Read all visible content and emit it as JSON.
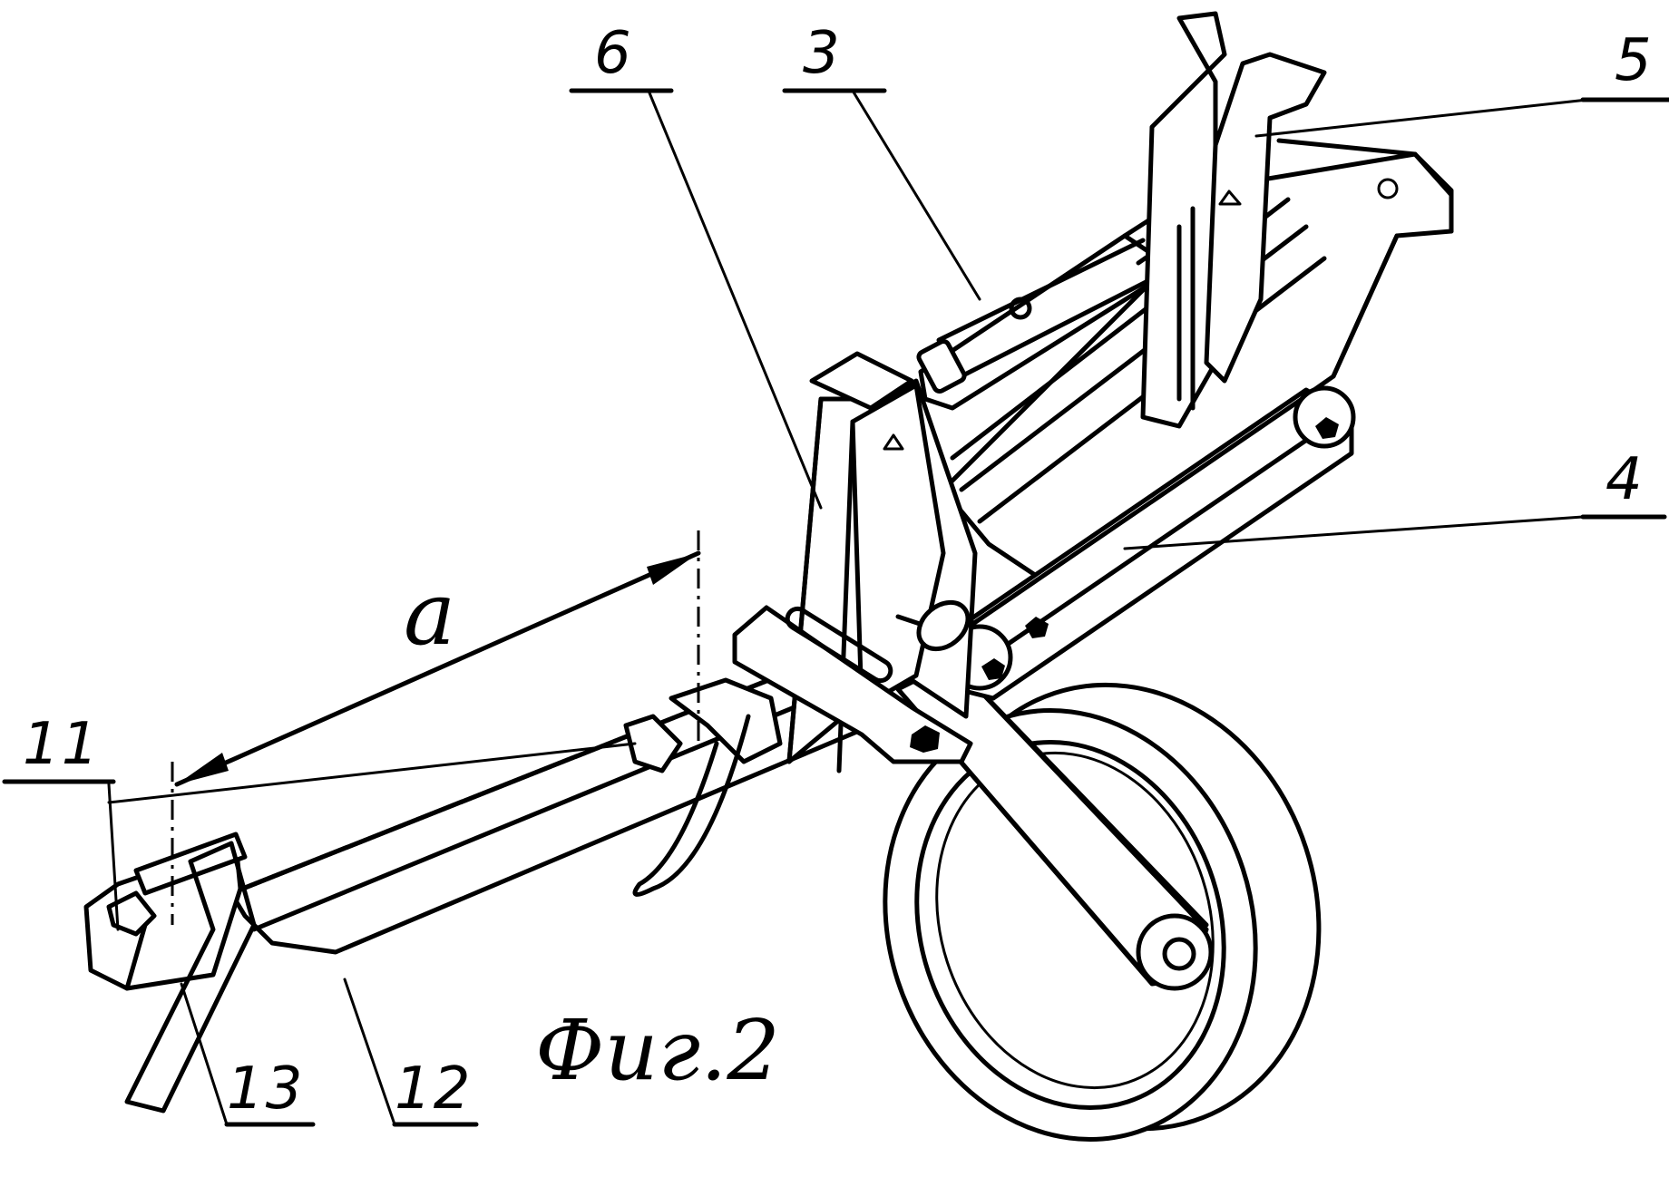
{
  "figure": {
    "caption": "Фиг.2",
    "dimension_label": "a"
  },
  "callouts": [
    {
      "id": "6",
      "label": "6"
    },
    {
      "id": "3",
      "label": "3"
    },
    {
      "id": "5",
      "label": "5"
    },
    {
      "id": "4",
      "label": "4"
    },
    {
      "id": "11",
      "label": "11"
    },
    {
      "id": "13",
      "label": "13"
    },
    {
      "id": "12",
      "label": "12"
    }
  ]
}
